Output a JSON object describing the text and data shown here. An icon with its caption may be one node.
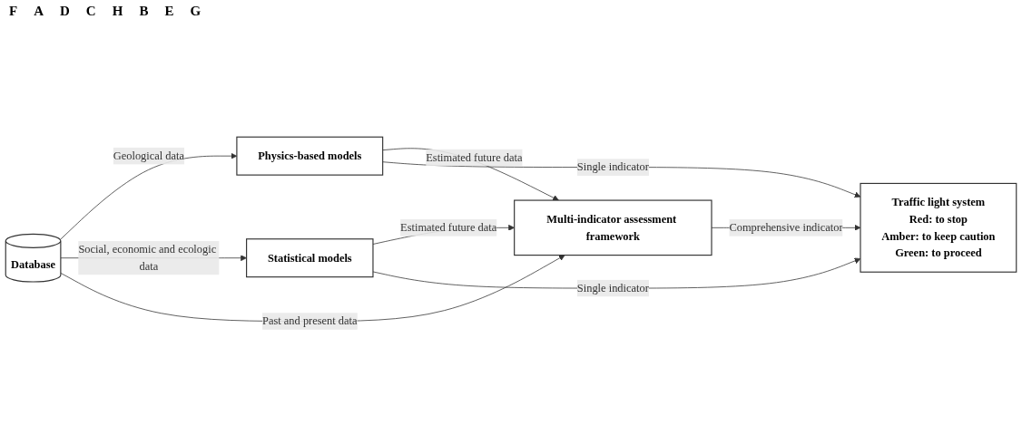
{
  "diagram": {
    "nodes": [
      {
        "text": [
          "Database"
        ]
      },
      {
        "text": [
          "Physics-based models"
        ]
      },
      {
        "text": [
          "Statistical models"
        ]
      },
      {
        "text": [
          "Multi-indicator assessment framework"
        ]
      },
      {
        "text": [
          "Traffic light system",
          "Red: to stop",
          "Amber: to keep caution",
          "Green: to proceed"
        ]
      }
    ],
    "edges": [
      {
        "from": 0,
        "to": 1,
        "arrow": "to",
        "label": "Geological data"
      },
      {
        "from": 0,
        "to": 2,
        "arrow": "to",
        "label": "Social, economic and ecologic data"
      },
      {
        "from": 0,
        "to": 3,
        "arrow": "to",
        "label": "Past and present data"
      },
      {
        "from": 1,
        "to": 3,
        "arrow": "to",
        "label": "Estimated future data"
      },
      {
        "from": 2,
        "to": 3,
        "arrow": "to",
        "label": "Estimated future data"
      },
      {
        "from": 1,
        "to": 4,
        "arrow": "to",
        "label": "Single indicator"
      },
      {
        "from": 2,
        "to": 4,
        "arrow": "to",
        "label": "Single indicator"
      },
      {
        "from": 3,
        "to": 4,
        "arrow": "to",
        "label": "Comprehensive indicator"
      }
    ],
    "labels": [
      "F",
      "A",
      "D",
      "C",
      "H",
      "B",
      "E",
      "G"
    ]
  }
}
